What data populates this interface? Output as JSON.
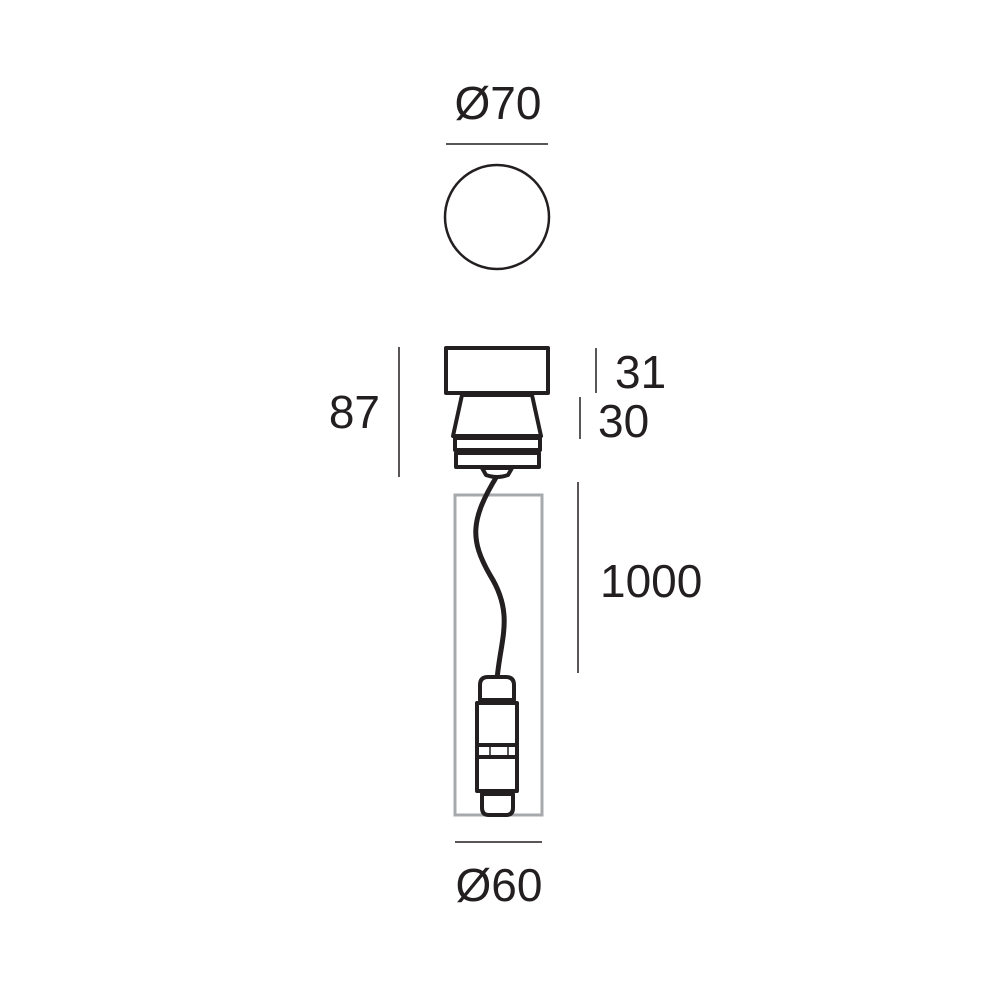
{
  "drawing": {
    "top_view_diameter": "Ø70",
    "total_height": "87",
    "head_height": "31",
    "body_height": "30",
    "cable_length": "1000",
    "base_diameter": "Ø60"
  },
  "colors": {
    "line": "#231f20",
    "outline_box": "#a7a9ac",
    "background": "#ffffff"
  }
}
